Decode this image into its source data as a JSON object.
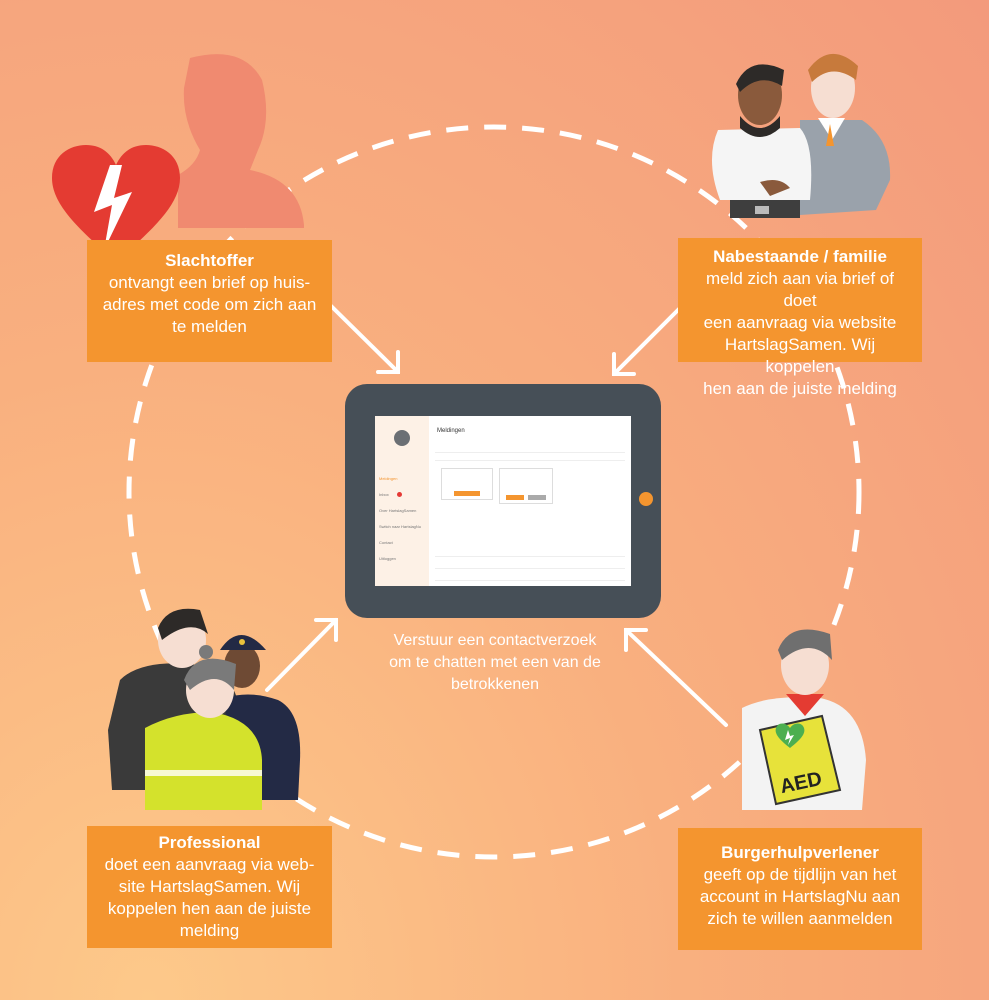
{
  "colors": {
    "accent": "#f4952f",
    "tablet": "#464f57",
    "heart": "#e43b32",
    "silhouette": "#f08a70",
    "hivis": "#d4e22c",
    "navy": "#232a45"
  },
  "icons": [
    "heart-lightning-icon",
    "person-silhouette-icon",
    "arrow-icon",
    "aed-icon"
  ],
  "victim": {
    "title": "Slachtoffer",
    "text": "ontvangt een brief op huis-\nadres met code om zich aan\nte melden"
  },
  "family": {
    "title": "Nabestaande / familie",
    "text": "meld zich aan via brief of doet\neen aanvraag via website\nHartslagSamen. Wij koppelen\nhen aan de juiste melding"
  },
  "professional": {
    "title": "Professional",
    "text": "doet een aanvraag via  web-\nsite HartslagSamen. Wij\nkoppelen hen aan de juiste\nmelding"
  },
  "responder": {
    "title": "Burgerhulpverlener",
    "text": "geeft op de tijdlijn van het\naccount in HartslagNu aan\nzich te willen aanmelden",
    "aed_label": "AED"
  },
  "center_caption": "Verstuur een contactverzoek\nom te chatten met een van de\nbetrokkenen",
  "tablet_screen": {
    "page_title": "Meldingen",
    "sidebar": [
      "Meldingen",
      "Inbox",
      "Over HartslagSamen",
      "Switch naar HartslagNu",
      "Contact",
      "Uitloggen"
    ]
  }
}
